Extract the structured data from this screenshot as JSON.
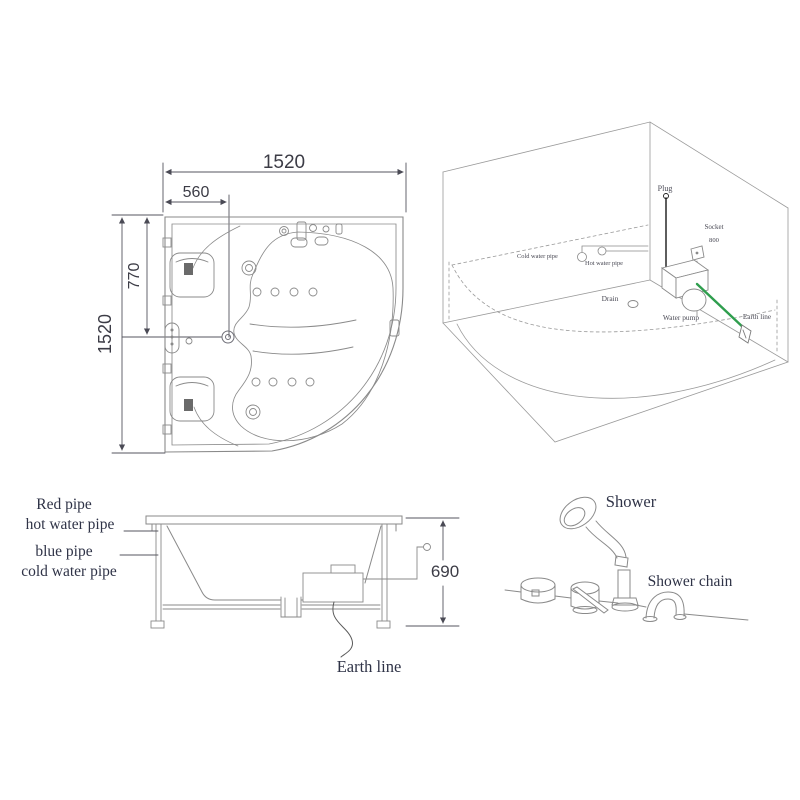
{
  "top_view": {
    "width": "1520",
    "corner_width": "560",
    "corner_height": "770",
    "height": "1520"
  },
  "iso_view": {
    "plug": "Plug",
    "socket": "Socket",
    "socket_height": "800",
    "cold_water_pipe": "Cold water pipe",
    "hot_water_pipe": "Hot water pipe",
    "drain": "Drain",
    "water_pump": "Water pump",
    "earth_line": "Earth line"
  },
  "side_view": {
    "red_pipe": "Red pipe",
    "hot_water_pipe": "hot water pipe",
    "blue_pipe": "blue pipe",
    "cold_water_pipe": "cold water pipe",
    "height": "690",
    "earth_line": "Earth line"
  },
  "shower": {
    "label": "Shower",
    "chain_label": "Shower chain"
  },
  "colors": {
    "line": "#8a8a8a",
    "dimension": "#4a4a55",
    "label_text": "#2f3347",
    "earth_green": "#2f9e4e",
    "wire_black": "#1a1a1a"
  }
}
